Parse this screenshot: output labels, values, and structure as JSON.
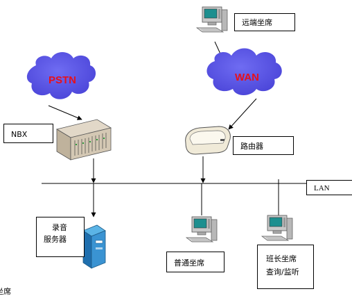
{
  "nodes": {
    "remote_agent": "远端坐席",
    "pstn": "PSTN",
    "wan": "WAN",
    "nbx": "NBX",
    "router": "路由器",
    "lan": "LAN",
    "recording_server": [
      "录音",
      "服务器"
    ],
    "normal_agent": "普通坐席",
    "supervisor": [
      "班长坐席",
      "查询/监听"
    ],
    "cut_off_text": "坐席"
  },
  "colors": {
    "cloud_fill": "#5b56e6",
    "cloud_text": "#e8101a",
    "line": "#000000"
  },
  "icons": {
    "computer": "computer-icon",
    "server": "server-icon",
    "router": "router-icon",
    "pbx": "pbx-icon",
    "cloud": "cloud-icon"
  }
}
